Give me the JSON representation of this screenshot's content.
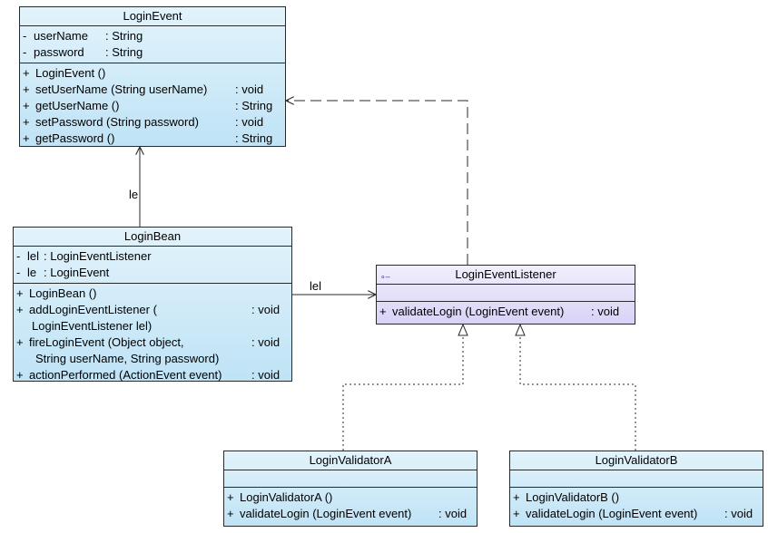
{
  "classes": {
    "login_event": {
      "name": "LoginEvent",
      "attributes": [
        {
          "vis": "-",
          "name": "userName",
          "type": ": String"
        },
        {
          "vis": "-",
          "name": "password",
          "type": ": String"
        }
      ],
      "operations": [
        {
          "vis": "+",
          "name": "LoginEvent ()",
          "type": ""
        },
        {
          "vis": "+",
          "name": "setUserName (String userName)",
          "type": ": void"
        },
        {
          "vis": "+",
          "name": "getUserName ()",
          "type": ": String"
        },
        {
          "vis": "+",
          "name": "setPassword (String password)",
          "type": ": void"
        },
        {
          "vis": "+",
          "name": "getPassword ()",
          "type": ": String"
        }
      ]
    },
    "login_bean": {
      "name": "LoginBean",
      "attributes": [
        {
          "vis": "-",
          "name": "lel",
          "type": ": LoginEventListener"
        },
        {
          "vis": "-",
          "name": "le",
          "type": ": LoginEvent"
        }
      ],
      "operations": [
        {
          "vis": "+",
          "name": "LoginBean ()",
          "type": ""
        },
        {
          "vis": "+",
          "name": "addLoginEventListener (",
          "type": ": void"
        },
        {
          "vis": "",
          "name": "LoginEventListener lel)",
          "type": ""
        },
        {
          "vis": "+",
          "name": "fireLoginEvent (Object object,",
          "type": ": void"
        },
        {
          "vis": "",
          "name": "String userName, String password)",
          "type": ""
        },
        {
          "vis": "+",
          "name": "actionPerformed (ActionEvent event)",
          "type": ": void"
        }
      ]
    },
    "login_event_listener": {
      "name": "LoginEventListener",
      "operations": [
        {
          "vis": "+",
          "name": "validateLogin (LoginEvent event)",
          "type": ": void"
        }
      ]
    },
    "login_validator_a": {
      "name": "LoginValidatorA",
      "operations": [
        {
          "vis": "+",
          "name": "LoginValidatorA ()",
          "type": ""
        },
        {
          "vis": "+",
          "name": "validateLogin (LoginEvent event)",
          "type": ": void"
        }
      ]
    },
    "login_validator_b": {
      "name": "LoginValidatorB",
      "operations": [
        {
          "vis": "+",
          "name": "LoginValidatorB ()",
          "type": ""
        },
        {
          "vis": "+",
          "name": "validateLogin (LoginEvent event)",
          "type": ": void"
        }
      ]
    }
  },
  "associations": {
    "bean_to_event_label": "le",
    "bean_to_listener_label": "lel"
  },
  "colors": {
    "class_fill": "#bfe3f6",
    "interface_fill": "#d8d3f6",
    "stroke": "#2a2a2a"
  }
}
